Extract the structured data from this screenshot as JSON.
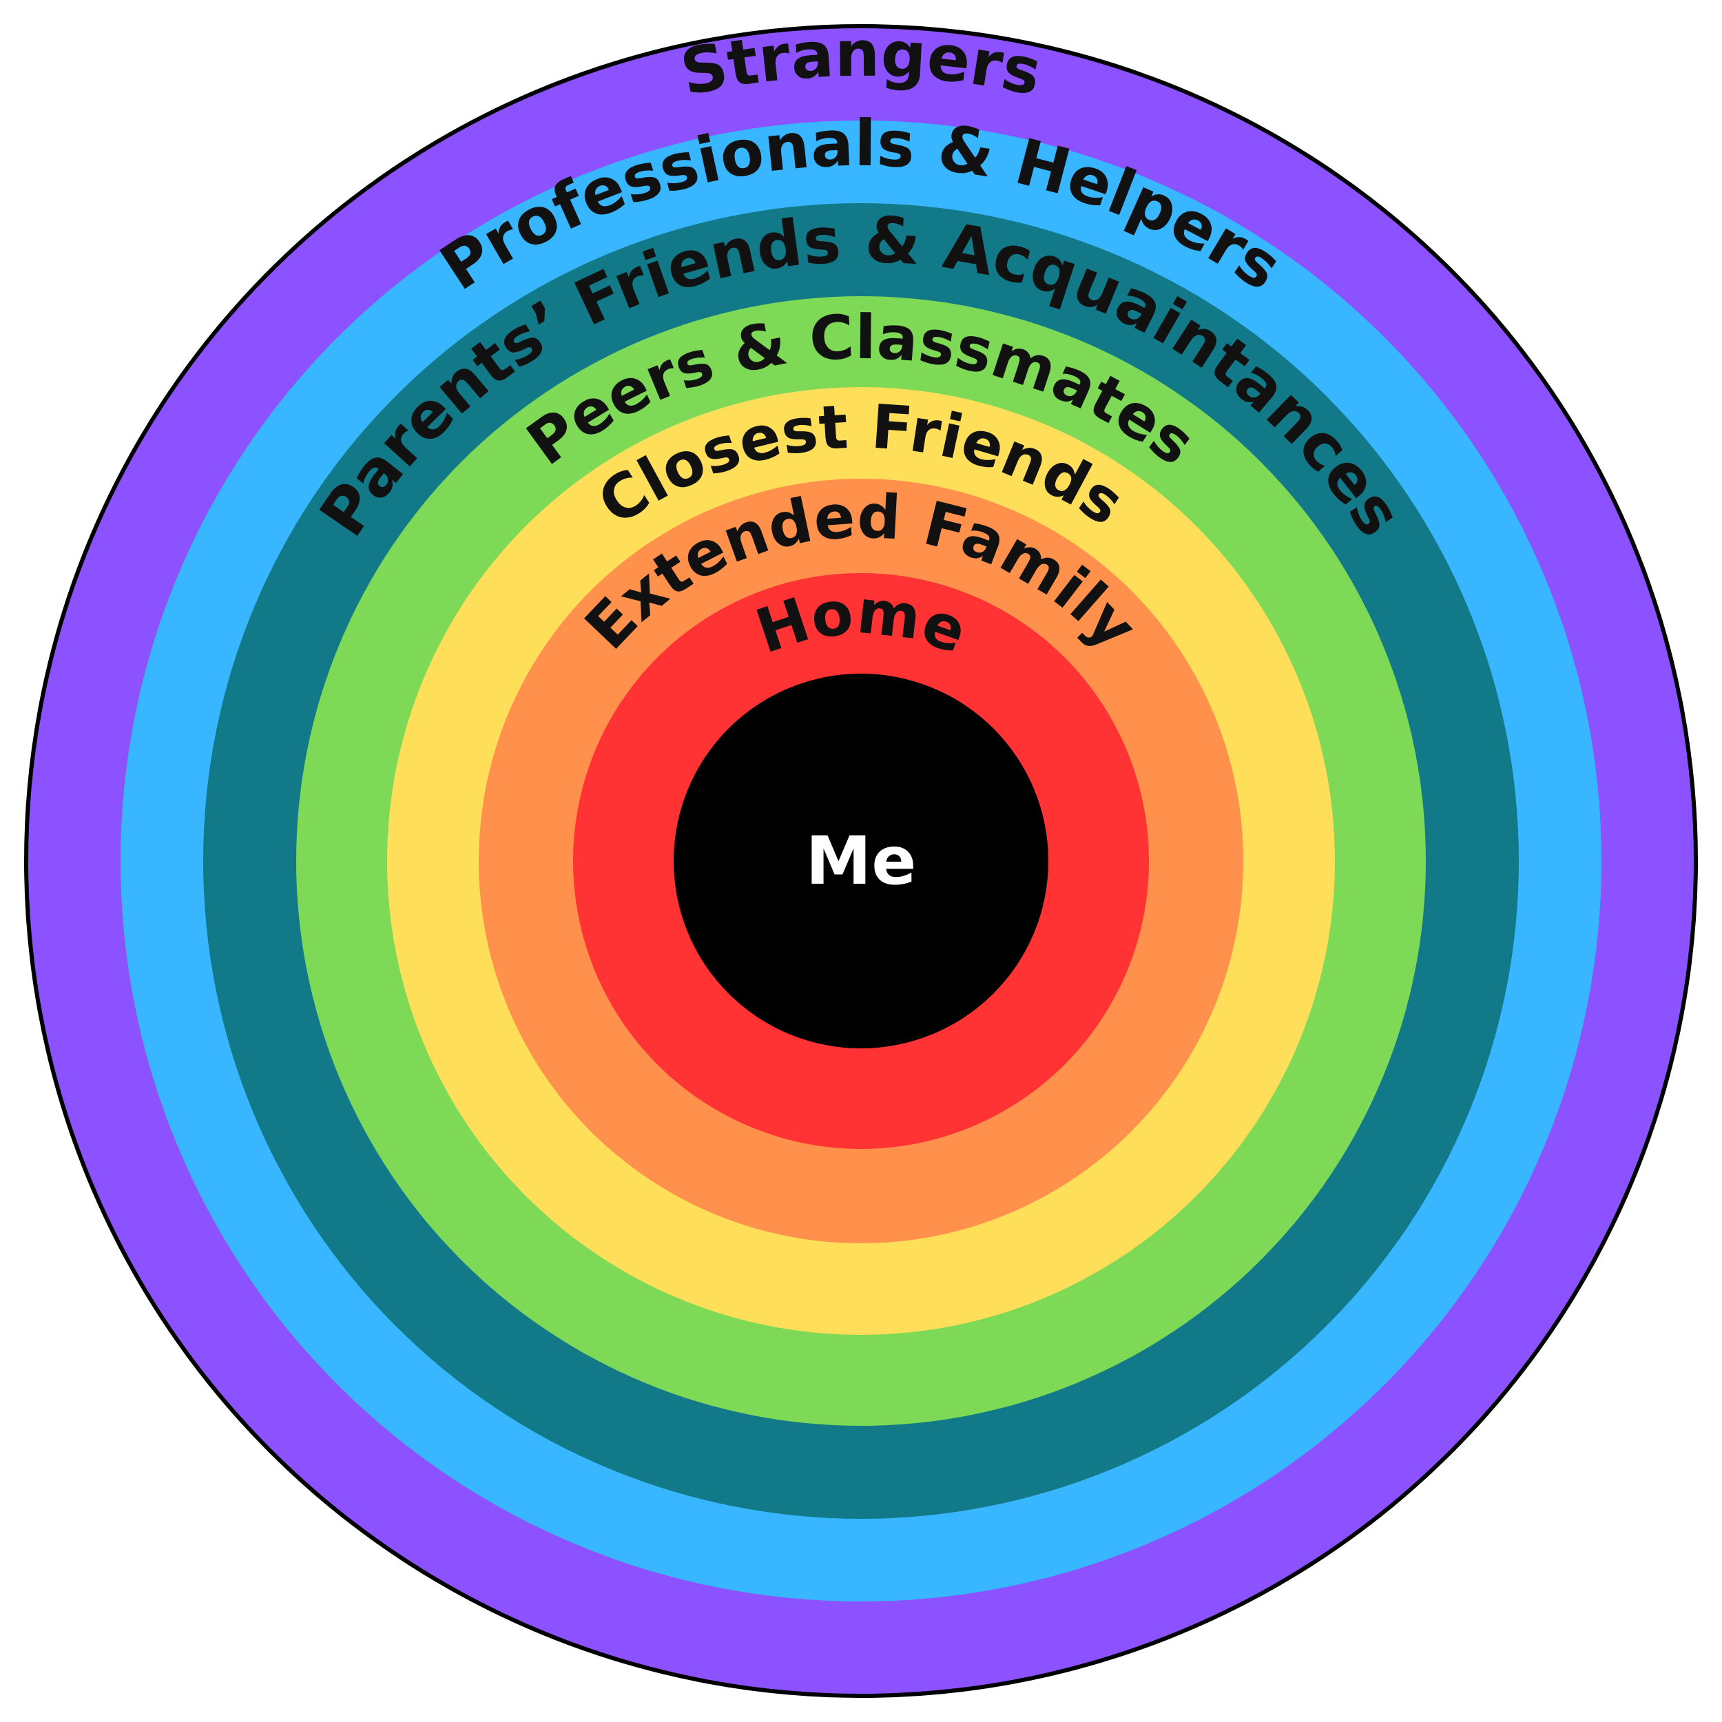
{
  "diagram": {
    "center": {
      "label": "Me",
      "color": "#000000",
      "text_color": "#ffffff"
    },
    "rings": [
      {
        "label": "Home",
        "color": "#ff3333"
      },
      {
        "label": "Extended Family",
        "color": "#ff914d"
      },
      {
        "label": "Closest Friends",
        "color": "#ffde59"
      },
      {
        "label": "Peers & Classmates",
        "color": "#7ed957"
      },
      {
        "label": "Parents’ Friends & Acquaintances",
        "color": "#127989"
      },
      {
        "label": "Professionals & Helpers",
        "color": "#38b6ff"
      },
      {
        "label": "Strangers",
        "color": "#8c52ff"
      }
    ],
    "outline_color": "#000000"
  }
}
